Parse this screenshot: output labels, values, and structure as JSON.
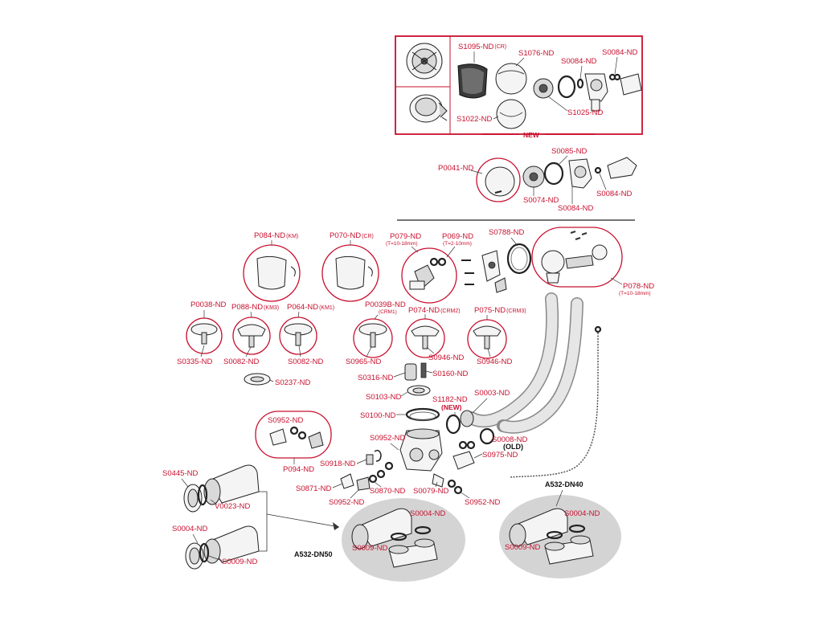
{
  "colors": {
    "label": "#c8102e",
    "frame": "#c8102e",
    "ellipse_bg": "#d4d4d4",
    "ink": "#222222"
  },
  "top_box": {
    "new_label": "NEW",
    "labels": {
      "s1095": "S1095-ND",
      "s1095_sub": "(CR)",
      "s1076": "S1076-ND",
      "s0084a": "S0084-ND",
      "s0084b": "S0084-ND",
      "s1022": "S1022-ND",
      "s1025": "S1025-ND"
    }
  },
  "mid_set": {
    "p0041": "P0041-ND",
    "s0085": "S0085-ND",
    "s0074": "S0074-ND",
    "s0084c": "S0084-ND",
    "s0084d": "S0084-ND"
  },
  "parts": {
    "p084": "P084-ND",
    "p084_sub": "(KM)",
    "p070": "P070-ND",
    "p070_sub": "(CR)",
    "p079": "P079-ND",
    "p079_sub": "(T=10-18mm)",
    "p069": "P069-ND",
    "p069_sub": "(T=2-10mm)",
    "s0788": "S0788-ND",
    "p078": "P078-ND",
    "p078_sub": "(T=10-18mm)",
    "p0038": "P0038-ND",
    "p088": "P088-ND",
    "p088_sub": "(KM3)",
    "p064": "P064-ND",
    "p064_sub": "(KM1)",
    "p0039b": "P0039B-ND",
    "p0039b_sub": "(CRM1)",
    "p074": "P074-ND",
    "p074_sub": "(CRM2)",
    "p075": "P075-ND",
    "p075_sub": "(CRM3)",
    "s0335": "S0335-ND",
    "s0082a": "S0082-ND",
    "s0082b": "S0082-ND",
    "s0965": "S0965-ND",
    "s0946a": "S0946-ND",
    "s0946b": "S0946-ND",
    "s0237": "S0237-ND",
    "s0316": "S0316-ND",
    "s0160": "S0160-ND",
    "s0103": "S0103-ND",
    "s1182": "S1182-ND",
    "s1182_sub": "(NEW)",
    "s0003": "S0003-ND",
    "s0100": "S0100-ND",
    "s0008": "S0008-ND",
    "s0008_sub": "(OLD)",
    "s0952a": "S0952-ND",
    "p094": "P094-ND",
    "s0952b": "S0952-ND",
    "s0918": "S0918-ND",
    "s0975": "S0975-ND",
    "s0445": "S0445-ND",
    "v0023": "V0023-ND",
    "s0871": "S0871-ND",
    "s0870": "S0870-ND",
    "s0079": "S0079-ND",
    "s0952c": "S0952-ND",
    "s0952d": "S0952-ND",
    "s0004a": "S0004-ND",
    "s0009a": "S0009-ND"
  },
  "traps": {
    "dn50": {
      "title": "A532-DN50",
      "s0004": "S0004-ND",
      "s0009": "S0009-ND"
    },
    "dn40": {
      "title": "A532-DN40",
      "s0004": "S0004-ND",
      "s0009": "S0009-ND"
    }
  }
}
